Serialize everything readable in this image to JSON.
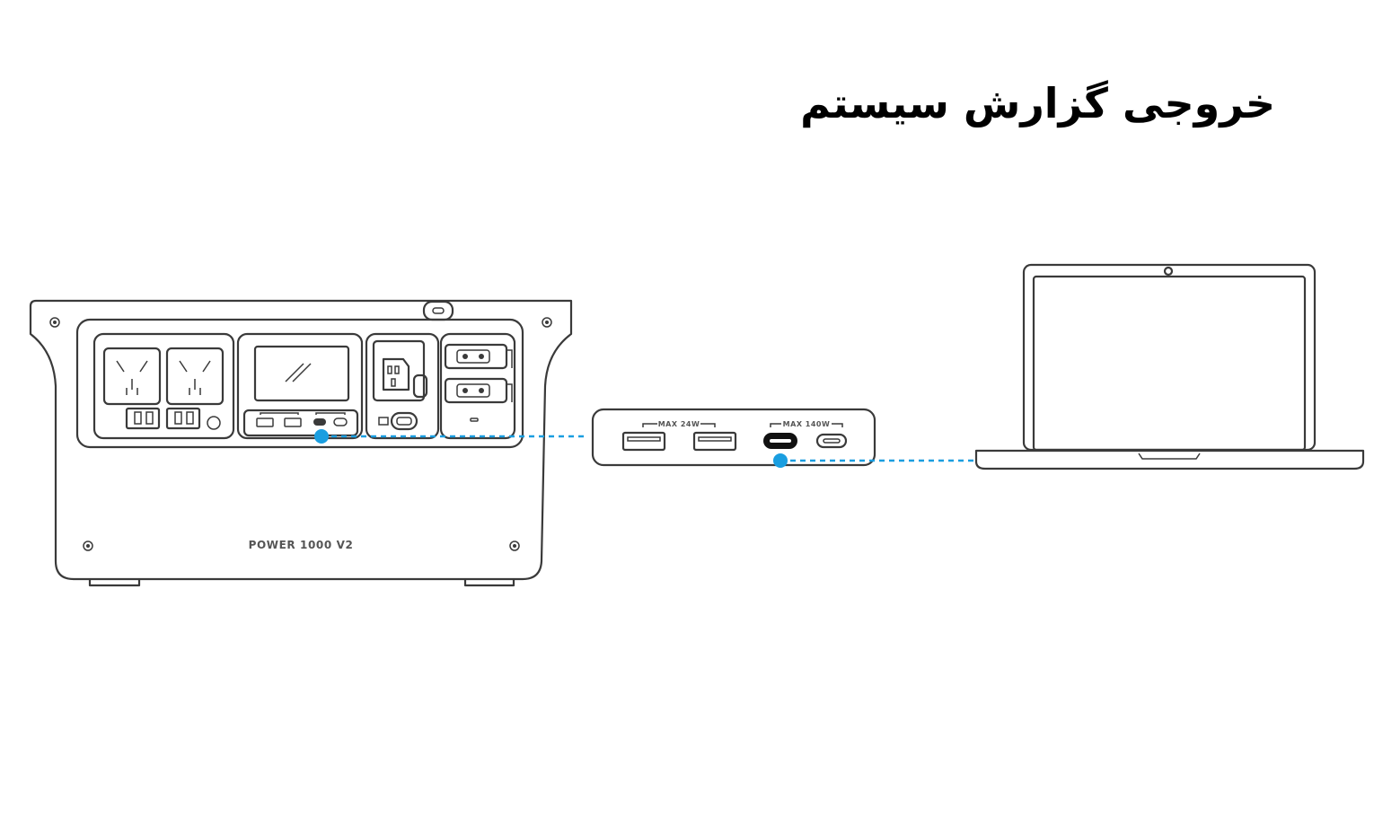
{
  "title": "خروجی گزارش سیستم",
  "station": {
    "model_label": "POWER 1000 V2"
  },
  "usb_panel": {
    "left_group_label": "MAX 24W",
    "right_group_label": "MAX 140W"
  },
  "colors": {
    "connector": "#1a9ee0",
    "outline": "#3a3a3a"
  },
  "icons": [
    "power-station-icon",
    "laptop-icon",
    "usb-c-port-icon",
    "usb-a-port-icon"
  ]
}
